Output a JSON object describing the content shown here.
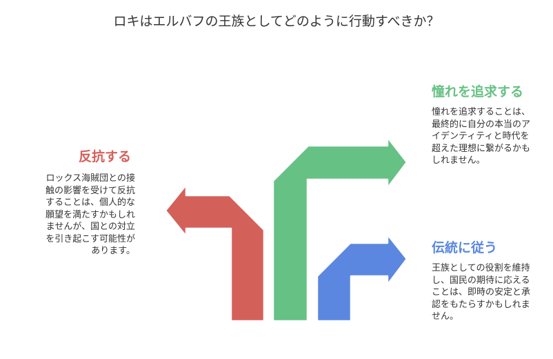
{
  "title": "ロキはエルバフの王族としてどのように行動すべきか？",
  "colors": {
    "red": "#d4605a",
    "green": "#66c184",
    "blue": "#5b87e0"
  },
  "options": [
    {
      "id": "rebel",
      "heading": "反抗する",
      "description": "ロックス海賊団との接触の影響を受けて反抗することは、個人的な願望を満たすかもしれませんが、国との対立を引き起こす可能性があります。",
      "color": "#d4605a"
    },
    {
      "id": "dream",
      "heading": "憧れを追求する",
      "description": "憧れを追求することは、最終的に自分の本当のアイデンティティと時代を超えた理想に繋がるかもしれません。",
      "color": "#66c184"
    },
    {
      "id": "tradition",
      "heading": "伝統に従う",
      "description": "王族としての役割を維持し、国民の期待に応えることは、即時の安定と承認をもたらすかもしれません。",
      "color": "#5b87e0"
    }
  ]
}
